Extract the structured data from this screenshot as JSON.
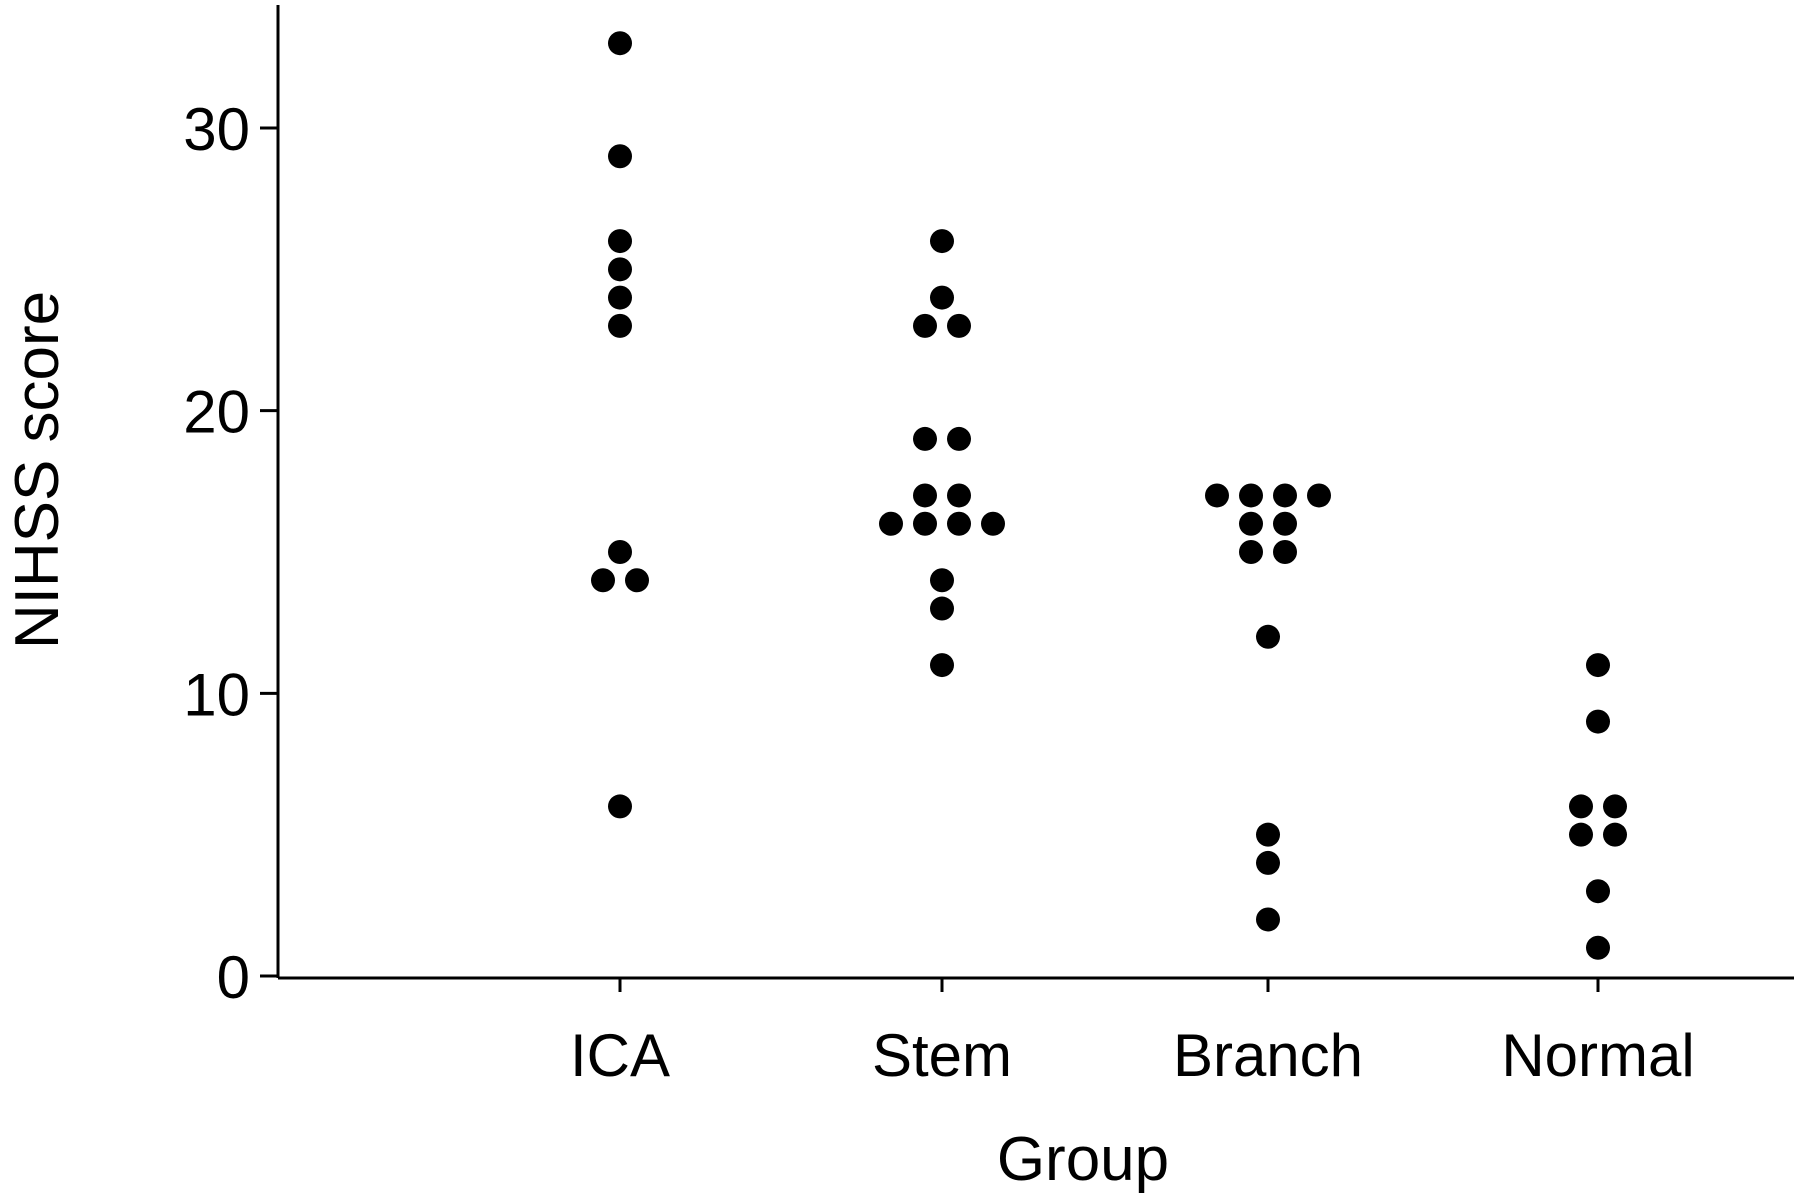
{
  "chart_data": {
    "type": "scatter",
    "xlabel": "Group",
    "ylabel": "NIHSS score",
    "categories": [
      "ICA",
      "Stem",
      "Branch",
      "Normal"
    ],
    "yticks": [
      0,
      10,
      20,
      30
    ],
    "ylim": [
      0,
      34
    ],
    "grid": false,
    "legend": "none",
    "series": [
      {
        "category": "ICA",
        "values": [
          33,
          29,
          26,
          25,
          24,
          23,
          15,
          14,
          14,
          6
        ]
      },
      {
        "category": "Stem",
        "values": [
          26,
          24,
          23,
          23,
          19,
          19,
          17,
          17,
          16,
          16,
          16,
          16,
          14,
          13,
          11
        ]
      },
      {
        "category": "Branch",
        "values": [
          17,
          17,
          17,
          17,
          16,
          16,
          15,
          15,
          12,
          5,
          4,
          2
        ]
      },
      {
        "category": "Normal",
        "values": [
          11,
          9,
          6,
          6,
          5,
          5,
          3,
          1
        ]
      }
    ],
    "colors": {
      "marker": "#000000",
      "axis": "#000000"
    }
  }
}
